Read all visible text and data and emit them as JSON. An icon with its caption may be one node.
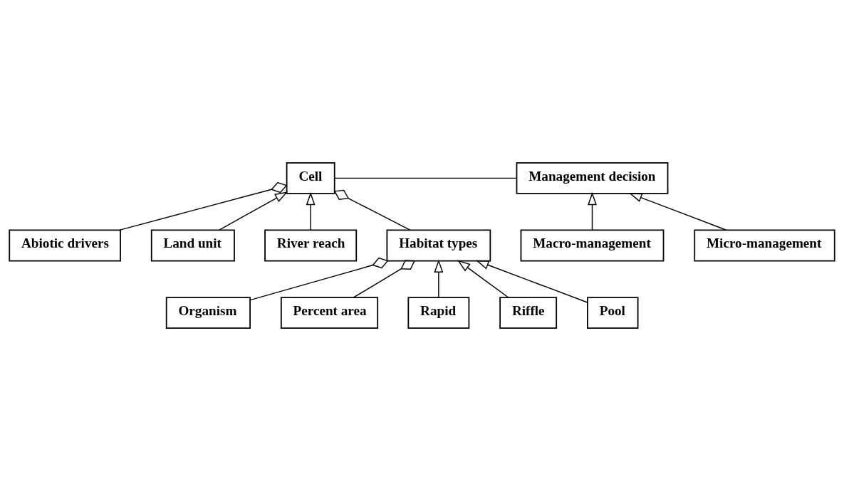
{
  "diagram": {
    "nodes": [
      {
        "text": [
          "Cell"
        ]
      },
      {
        "text": [
          "Management decision"
        ]
      },
      {
        "text": [
          "Abiotic drivers"
        ]
      },
      {
        "text": [
          "Land unit"
        ]
      },
      {
        "text": [
          "River reach"
        ]
      },
      {
        "text": [
          "Macro-management"
        ]
      },
      {
        "text": [
          "Micro-management"
        ]
      },
      {
        "text": [
          "Habitat types"
        ]
      },
      {
        "text": [
          "Organism"
        ]
      },
      {
        "text": [
          "Percent area"
        ]
      },
      {
        "text": [
          "Rapid"
        ]
      },
      {
        "text": [
          "Riffle"
        ]
      },
      {
        "text": [
          "Pool"
        ]
      }
    ],
    "edges": [
      {
        "from": 0,
        "to": 1,
        "arrow": "none"
      },
      {
        "from": 2,
        "to": 0,
        "arrow": "other"
      },
      {
        "from": 3,
        "to": 0,
        "arrow": "to"
      },
      {
        "from": 4,
        "to": 0,
        "arrow": "to"
      },
      {
        "from": 7,
        "to": 0,
        "arrow": "other"
      },
      {
        "from": 5,
        "to": 1,
        "arrow": "to"
      },
      {
        "from": 6,
        "to": 1,
        "arrow": "to"
      },
      {
        "from": 8,
        "to": 7,
        "arrow": "other"
      },
      {
        "from": 9,
        "to": 7,
        "arrow": "other"
      },
      {
        "from": 10,
        "to": 7,
        "arrow": "to"
      },
      {
        "from": 11,
        "to": 7,
        "arrow": "to"
      },
      {
        "from": 12,
        "to": 7,
        "arrow": "to"
      }
    ]
  }
}
